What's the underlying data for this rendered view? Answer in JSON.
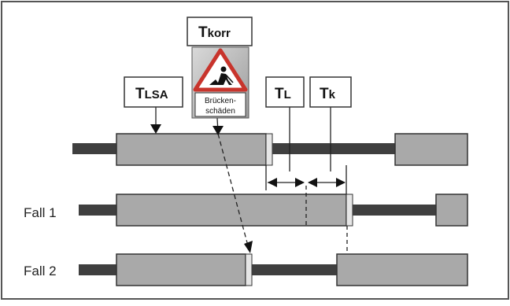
{
  "labels": {
    "t_lsa": {
      "main": "T",
      "sub": "LSA"
    },
    "t_korr": {
      "main": "T",
      "sub": "korr"
    },
    "t_l": {
      "main": "T",
      "sub": "L"
    },
    "t_k": {
      "main": "T",
      "sub": "k"
    }
  },
  "sign": {
    "line1": "Brücken-",
    "line2": "schäden",
    "icon": "road-works-warning-sign"
  },
  "rows": {
    "fall1": "Fall 1",
    "fall2": "Fall 2"
  },
  "colors": {
    "bar_fill": "#a9a9a9",
    "track": "#3f3f3f",
    "frame": "#333333",
    "sign_red": "#c8342c"
  }
}
